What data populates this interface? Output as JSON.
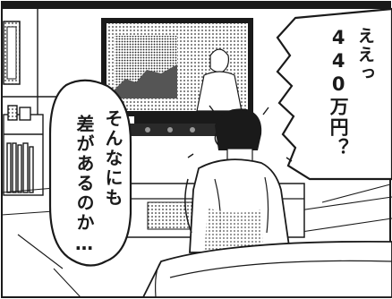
{
  "panel": {
    "speech_right": {
      "col1": "ええっ",
      "col2": "440万円？"
    },
    "speech_left": {
      "col1": "そんなにも",
      "col2": "差があるのか…"
    }
  },
  "colors": {
    "ink": "#1a1a1a",
    "paper": "#ffffff",
    "screentone": "#bdbdbd"
  }
}
